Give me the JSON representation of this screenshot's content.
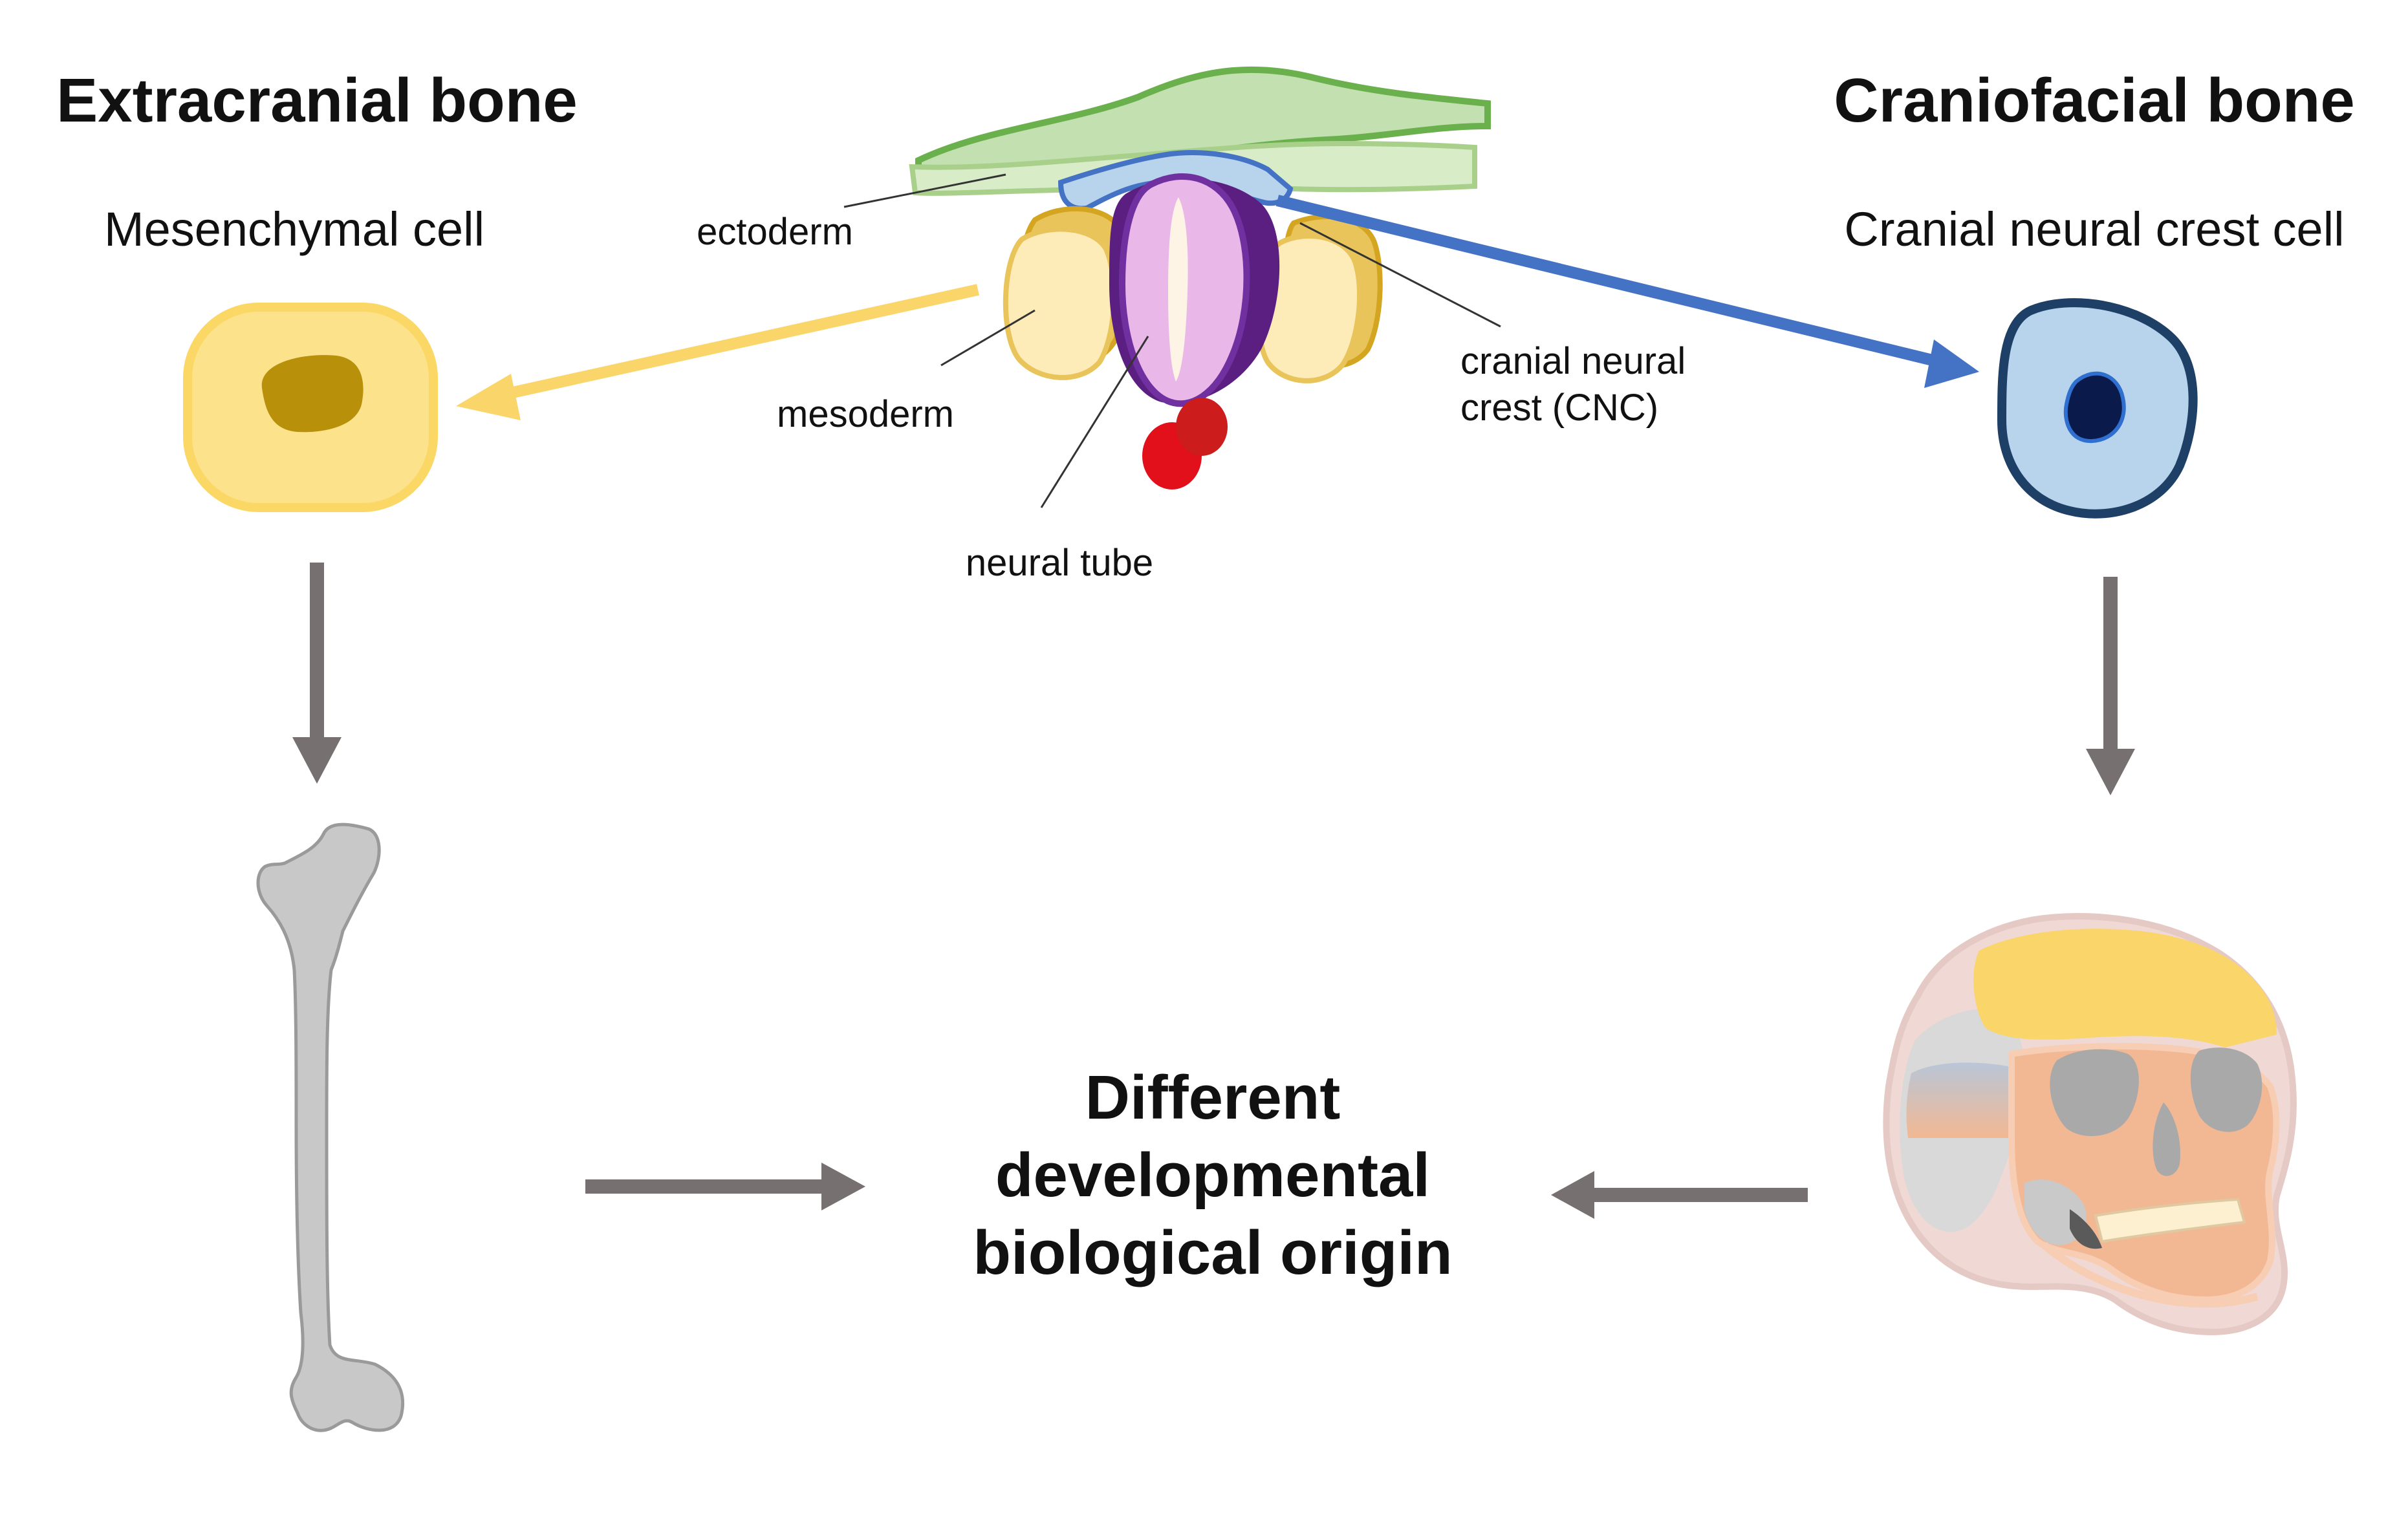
{
  "left_panel": {
    "title": "Extracranial bone",
    "cell_label": "Mesenchymal cell"
  },
  "right_panel": {
    "title": "Craniofacial bone",
    "cell_label": "Cranial neural crest cell"
  },
  "embryo": {
    "labels": {
      "ectoderm": "ectoderm",
      "mesoderm": "mesoderm",
      "neural_tube": "neural tube",
      "cnc_line1": "cranial neural",
      "cnc_line2": "crest (CNC)"
    }
  },
  "center": {
    "line1": "Different",
    "line2": "developmental",
    "line3": "biological origin"
  },
  "colors": {
    "mesenchymal_cell_fill": "#fde28c",
    "mesenchymal_cell_nucleus": "#b8900a",
    "cnc_cell_fill": "#b8d3ec",
    "cnc_cell_border": "#1e3f66",
    "cnc_cell_nucleus": "#0a1a4a",
    "yellow_arrow": "#fad56a",
    "blue_arrow": "#4472c4",
    "gray_arrow": "#777070",
    "ectoderm_green": "#c3e0b0",
    "ectoderm_green_border": "#6ab04c",
    "neural_tube_pink": "#eab8e8",
    "neural_tube_purple": "#7030a0",
    "bone_gray": "#c8c8c8"
  }
}
